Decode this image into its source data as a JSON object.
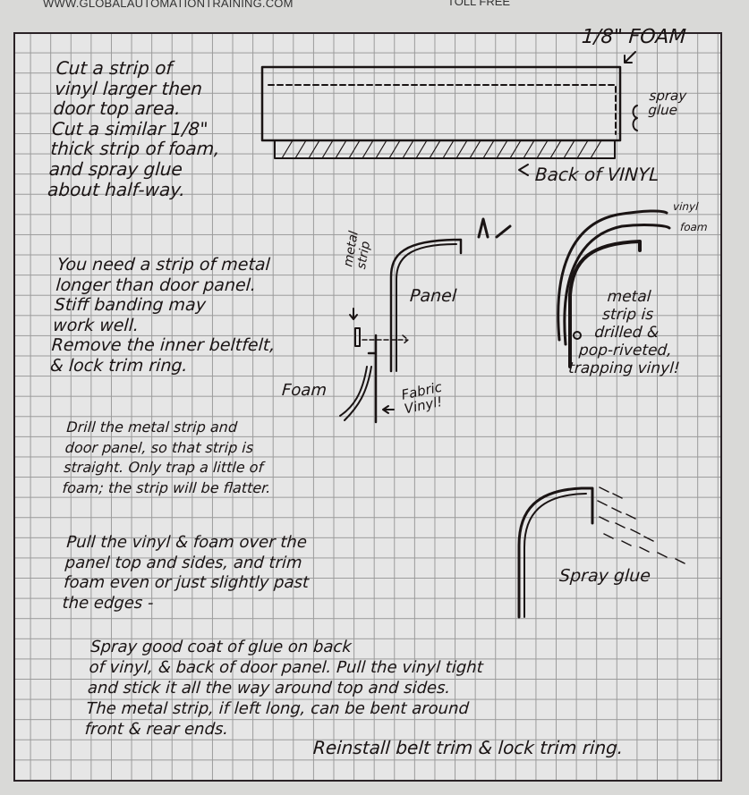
{
  "header": {
    "website": "WWW.GLOBALAUTOMATIONTRAINING.COM",
    "phone_label": "TOLL FREE"
  },
  "diagram1": {
    "foam_label": "1/8\" FOAM",
    "spray_glue_label": "spray\nglue",
    "back_of_vinyl_label": "Back of VINYL"
  },
  "notes": {
    "step1": "Cut a strip of\nvinyl larger then\ndoor top area.\nCut a similar 1/8\"\nthick strip of foam,\nand spray glue\nabout half-way.",
    "step2": "You need a strip of metal\nlonger than door panel.\nStiff banding may\nwork well.\nRemove the inner beltfelt,\n& lock trim ring.",
    "step3": "Drill the metal strip and\ndoor panel, so that strip is\nstraight. Only trap a little of\nfoam; the strip will be flatter.",
    "step4": "Pull the vinyl & foam over the\npanel top and sides, and trim\nfoam even or just slightly past\nthe edges -",
    "step5": "Spray good coat of glue on back\nof vinyl, & back of door panel. Pull the vinyl tight\nand stick it all the way around top and sides.\nThe metal strip, if left long, can be bent around\nfront & rear ends.",
    "step6": "Reinstall belt trim & lock trim ring."
  },
  "diagram2": {
    "metal_strip_label": "metal\nstrip",
    "panel_label": "Panel",
    "foam_label": "Foam",
    "vinyl_label": "Fabric\nVinyl!"
  },
  "diagram3": {
    "vinyl_label": "vinyl",
    "foam_label": "foam",
    "caption": "metal\nstrip is\ndrilled &\npop-riveted,\ntrapping vinyl!"
  },
  "diagram4": {
    "label": "Spray glue"
  }
}
